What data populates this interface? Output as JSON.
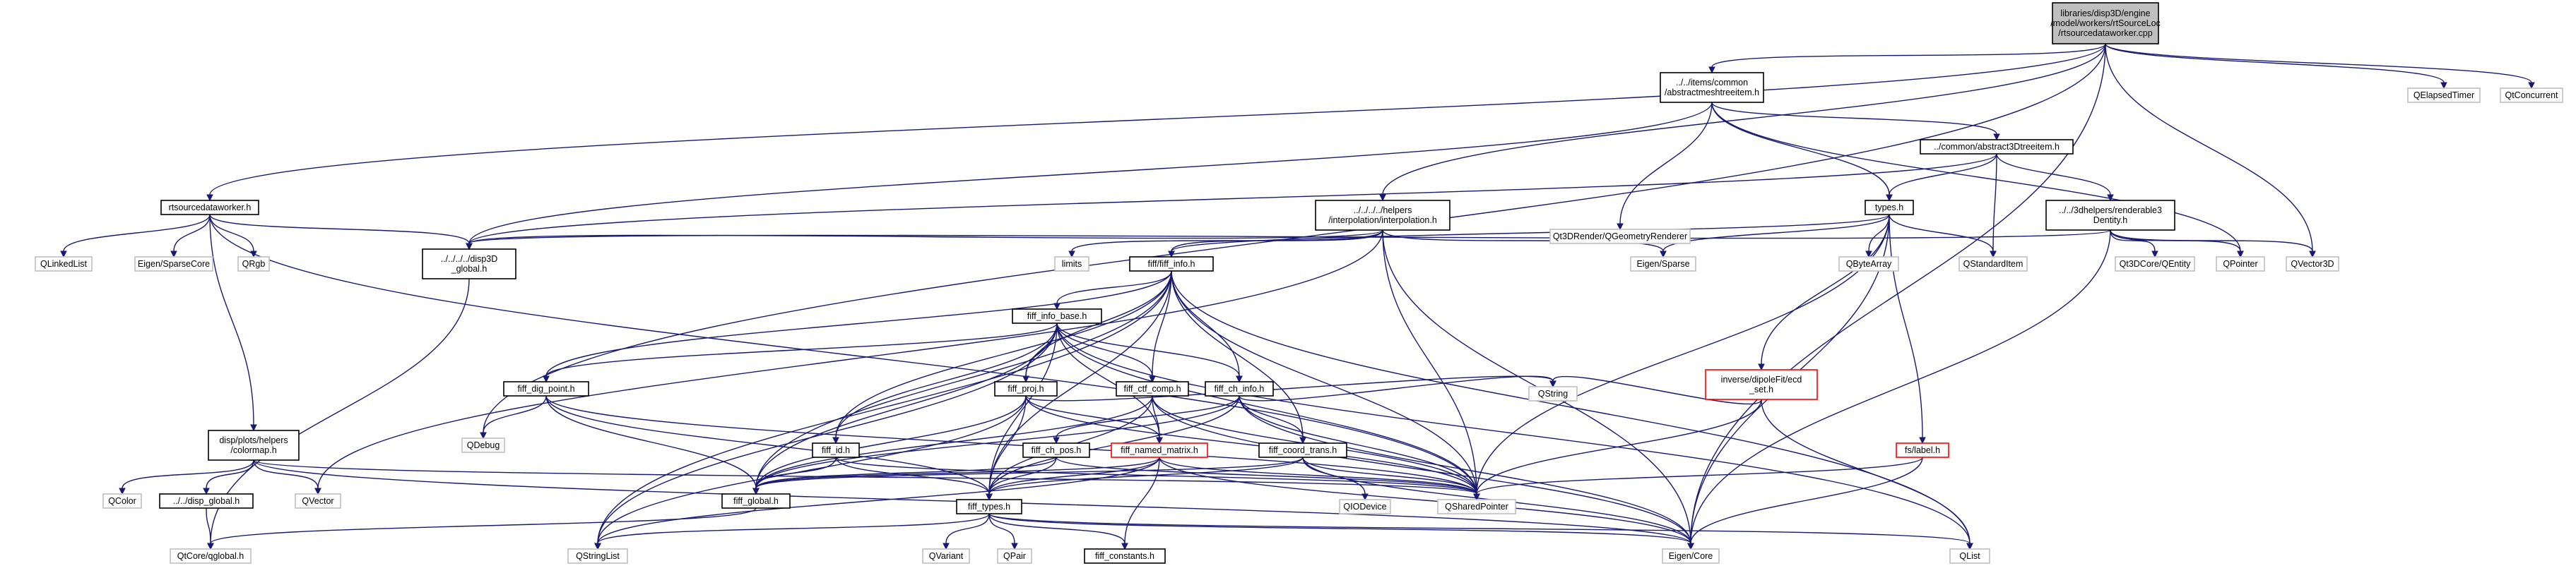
{
  "graph": {
    "nodes": [
      {
        "id": "root",
        "lines": [
          "libraries/disp3D/engine",
          "/model/workers/rtSourceLoc",
          "/rtsourcedataworker.cpp"
        ],
        "style": "root"
      },
      {
        "id": "amti",
        "lines": [
          "../../items/common",
          "/abstractmeshtreeitem.h"
        ],
        "style": "normal"
      },
      {
        "id": "qelapsed",
        "lines": [
          "QElapsedTimer"
        ],
        "style": "plain"
      },
      {
        "id": "qtconcurrent",
        "lines": [
          "QtConcurrent"
        ],
        "style": "plain"
      },
      {
        "id": "rtsdw",
        "lines": [
          "rtsourcedataworker.h"
        ],
        "style": "normal"
      },
      {
        "id": "interp",
        "lines": [
          "../../../../helpers",
          "/interpolation/interpolation.h"
        ],
        "style": "normal"
      },
      {
        "id": "qgeom",
        "lines": [
          "Qt3DRender/QGeometryRenderer"
        ],
        "style": "plain"
      },
      {
        "id": "a3dti",
        "lines": [
          "../common/abstract3Dtreeitem.h"
        ],
        "style": "normal"
      },
      {
        "id": "types",
        "lines": [
          "types.h"
        ],
        "style": "normal"
      },
      {
        "id": "rend3d",
        "lines": [
          "../../3dhelpers/renderable3",
          "Dentity.h"
        ],
        "style": "normal"
      },
      {
        "id": "disp3dglobal",
        "lines": [
          "../../../../disp3D",
          "_global.h"
        ],
        "style": "normal"
      },
      {
        "id": "qlinkedlist",
        "lines": [
          "QLinkedList"
        ],
        "style": "plain"
      },
      {
        "id": "eigensparsecore",
        "lines": [
          "Eigen/SparseCore"
        ],
        "style": "plain"
      },
      {
        "id": "qrgb",
        "lines": [
          "QRgb"
        ],
        "style": "plain"
      },
      {
        "id": "limits",
        "lines": [
          "limits"
        ],
        "style": "plain"
      },
      {
        "id": "fiffinfo",
        "lines": [
          "fiff/fiff_info.h"
        ],
        "style": "normal"
      },
      {
        "id": "eigensparse",
        "lines": [
          "Eigen/Sparse"
        ],
        "style": "plain"
      },
      {
        "id": "qbytearray",
        "lines": [
          "QByteArray"
        ],
        "style": "plain"
      },
      {
        "id": "qstandarditem",
        "lines": [
          "QStandardItem"
        ],
        "style": "plain"
      },
      {
        "id": "qentity",
        "lines": [
          "Qt3DCore/QEntity"
        ],
        "style": "plain"
      },
      {
        "id": "qpointer",
        "lines": [
          "QPointer"
        ],
        "style": "plain"
      },
      {
        "id": "qvector3d",
        "lines": [
          "QVector3D"
        ],
        "style": "plain"
      },
      {
        "id": "fiffinfobase",
        "lines": [
          "fiff_info_base.h"
        ],
        "style": "normal"
      },
      {
        "id": "dipolefit",
        "lines": [
          "inverse/dipoleFit/ecd",
          "_set.h"
        ],
        "style": "red"
      },
      {
        "id": "fiffdigpoint",
        "lines": [
          "fiff_dig_point.h"
        ],
        "style": "normal"
      },
      {
        "id": "fiffproj",
        "lines": [
          "fiff_proj.h"
        ],
        "style": "normal"
      },
      {
        "id": "fiffctfcomp",
        "lines": [
          "fiff_ctf_comp.h"
        ],
        "style": "normal"
      },
      {
        "id": "fiffchinfo",
        "lines": [
          "fiff_ch_info.h"
        ],
        "style": "normal"
      },
      {
        "id": "colormap",
        "lines": [
          "disp/plots/helpers",
          "/colormap.h"
        ],
        "style": "normal"
      },
      {
        "id": "qdebug",
        "lines": [
          "QDebug"
        ],
        "style": "plain"
      },
      {
        "id": "fiffid",
        "lines": [
          "fiff_id.h"
        ],
        "style": "normal"
      },
      {
        "id": "fiffchpos",
        "lines": [
          "fiff_ch_pos.h"
        ],
        "style": "normal"
      },
      {
        "id": "fiffnamedmatrix",
        "lines": [
          "fiff_named_matrix.h"
        ],
        "style": "red"
      },
      {
        "id": "fiffcoordtrans",
        "lines": [
          "fiff_coord_trans.h"
        ],
        "style": "normal"
      },
      {
        "id": "qstring",
        "lines": [
          "QString"
        ],
        "style": "plain"
      },
      {
        "id": "fslabel",
        "lines": [
          "fs/label.h"
        ],
        "style": "red"
      },
      {
        "id": "qcolor",
        "lines": [
          "QColor"
        ],
        "style": "plain"
      },
      {
        "id": "dispglobal",
        "lines": [
          "../../disp_global.h"
        ],
        "style": "normal"
      },
      {
        "id": "qvector",
        "lines": [
          "QVector"
        ],
        "style": "plain"
      },
      {
        "id": "fiffglobal",
        "lines": [
          "fiff_global.h"
        ],
        "style": "normal"
      },
      {
        "id": "fifftypes",
        "lines": [
          "fiff_types.h"
        ],
        "style": "normal"
      },
      {
        "id": "qiodevice",
        "lines": [
          "QIODevice"
        ],
        "style": "plain"
      },
      {
        "id": "qsharedpointer",
        "lines": [
          "QSharedPointer"
        ],
        "style": "plain"
      },
      {
        "id": "qtglobal",
        "lines": [
          "QtCore/qglobal.h"
        ],
        "style": "plain"
      },
      {
        "id": "qstringlist",
        "lines": [
          "QStringList"
        ],
        "style": "plain"
      },
      {
        "id": "qvariant",
        "lines": [
          "QVariant"
        ],
        "style": "plain"
      },
      {
        "id": "qpair",
        "lines": [
          "QPair"
        ],
        "style": "plain"
      },
      {
        "id": "fiffconstants",
        "lines": [
          "fiff_constants.h"
        ],
        "style": "normal"
      },
      {
        "id": "eigencore",
        "lines": [
          "Eigen/Core"
        ],
        "style": "plain"
      },
      {
        "id": "qlist",
        "lines": [
          "QList"
        ],
        "style": "plain"
      }
    ],
    "edges": [
      [
        "root",
        "amti"
      ],
      [
        "root",
        "qelapsed"
      ],
      [
        "root",
        "qtconcurrent"
      ],
      [
        "root",
        "rtsdw"
      ],
      [
        "root",
        "interp"
      ],
      [
        "root",
        "qvector3d"
      ],
      [
        "root",
        "eigencore"
      ],
      [
        "root",
        "qdebug"
      ],
      [
        "amti",
        "qgeom"
      ],
      [
        "amti",
        "a3dti"
      ],
      [
        "amti",
        "types"
      ],
      [
        "amti",
        "disp3dglobal"
      ],
      [
        "amti",
        "qpointer"
      ],
      [
        "a3dti",
        "types"
      ],
      [
        "a3dti",
        "rend3d"
      ],
      [
        "a3dti",
        "qstandarditem"
      ],
      [
        "a3dti",
        "disp3dglobal"
      ],
      [
        "rend3d",
        "qentity"
      ],
      [
        "rend3d",
        "qpointer"
      ],
      [
        "rend3d",
        "qvector3d"
      ],
      [
        "rend3d",
        "disp3dglobal"
      ],
      [
        "rend3d",
        "eigencore"
      ],
      [
        "types",
        "fiffinfo"
      ],
      [
        "types",
        "eigensparse"
      ],
      [
        "types",
        "qbytearray"
      ],
      [
        "types",
        "qstandarditem"
      ],
      [
        "types",
        "dipolefit"
      ],
      [
        "types",
        "fslabel"
      ],
      [
        "types",
        "qsharedpointer"
      ],
      [
        "types",
        "eigencore"
      ],
      [
        "rtsdw",
        "qlinkedlist"
      ],
      [
        "rtsdw",
        "eigensparsecore"
      ],
      [
        "rtsdw",
        "qrgb"
      ],
      [
        "rtsdw",
        "disp3dglobal"
      ],
      [
        "rtsdw",
        "colormap"
      ],
      [
        "rtsdw",
        "qsharedpointer"
      ],
      [
        "interp",
        "limits"
      ],
      [
        "interp",
        "fiffinfo"
      ],
      [
        "interp",
        "eigensparse"
      ],
      [
        "interp",
        "qsharedpointer"
      ],
      [
        "interp",
        "disp3dglobal"
      ],
      [
        "interp",
        "eigencore"
      ],
      [
        "interp",
        "qvector"
      ],
      [
        "disp3dglobal",
        "qtglobal"
      ],
      [
        "fiffinfo",
        "fiffinfobase"
      ],
      [
        "fiffinfo",
        "fiffdigpoint"
      ],
      [
        "fiffinfo",
        "fiffproj"
      ],
      [
        "fiffinfo",
        "fiffctfcomp"
      ],
      [
        "fiffinfo",
        "fiffchinfo"
      ],
      [
        "fiffinfo",
        "fiffid"
      ],
      [
        "fiffinfo",
        "fiffcoordtrans"
      ],
      [
        "fiffinfo",
        "fiffglobal"
      ],
      [
        "fiffinfo",
        "fifftypes"
      ],
      [
        "fiffinfo",
        "qsharedpointer"
      ],
      [
        "fiffinfo",
        "qstringlist"
      ],
      [
        "fiffinfo",
        "qlist"
      ],
      [
        "fiffinfobase",
        "fiffdigpoint"
      ],
      [
        "fiffinfobase",
        "fiffproj"
      ],
      [
        "fiffinfobase",
        "fiffctfcomp"
      ],
      [
        "fiffinfobase",
        "fiffchinfo"
      ],
      [
        "fiffinfobase",
        "fiffid"
      ],
      [
        "fiffinfobase",
        "fiffnamedmatrix"
      ],
      [
        "fiffinfobase",
        "fiffglobal"
      ],
      [
        "fiffinfobase",
        "fifftypes"
      ],
      [
        "fiffinfobase",
        "qsharedpointer"
      ],
      [
        "fiffinfobase",
        "qstringlist"
      ],
      [
        "fiffinfobase",
        "qlist"
      ],
      [
        "dipolefit",
        "qstring"
      ],
      [
        "dipolefit",
        "qsharedpointer"
      ],
      [
        "dipolefit",
        "qlist"
      ],
      [
        "fiffdigpoint",
        "qdebug"
      ],
      [
        "fiffdigpoint",
        "fiffglobal"
      ],
      [
        "fiffdigpoint",
        "fifftypes"
      ],
      [
        "fiffdigpoint",
        "qsharedpointer"
      ],
      [
        "fiffproj",
        "fiffnamedmatrix"
      ],
      [
        "fiffproj",
        "fiffglobal"
      ],
      [
        "fiffproj",
        "fifftypes"
      ],
      [
        "fiffproj",
        "qsharedpointer"
      ],
      [
        "fiffproj",
        "qstring"
      ],
      [
        "fiffproj",
        "qstringlist"
      ],
      [
        "fiffctfcomp",
        "fiffnamedmatrix"
      ],
      [
        "fiffctfcomp",
        "fiffglobal"
      ],
      [
        "fiffctfcomp",
        "fifftypes"
      ],
      [
        "fiffctfcomp",
        "qsharedpointer"
      ],
      [
        "fiffctfcomp",
        "eigencore"
      ],
      [
        "fiffchinfo",
        "fiffchpos"
      ],
      [
        "fiffchinfo",
        "fiffcoordtrans"
      ],
      [
        "fiffchinfo",
        "fiffglobal"
      ],
      [
        "fiffchinfo",
        "fifftypes"
      ],
      [
        "fiffchinfo",
        "qsharedpointer"
      ],
      [
        "fiffchinfo",
        "eigencore"
      ],
      [
        "fiffchinfo",
        "qstring"
      ],
      [
        "colormap",
        "qcolor"
      ],
      [
        "colormap",
        "dispglobal"
      ],
      [
        "colormap",
        "qvector"
      ],
      [
        "colormap",
        "qsharedpointer"
      ],
      [
        "colormap",
        "eigencore"
      ],
      [
        "dispglobal",
        "qtglobal"
      ],
      [
        "fiffid",
        "fiffglobal"
      ],
      [
        "fiffid",
        "fifftypes"
      ],
      [
        "fiffid",
        "qsharedpointer"
      ],
      [
        "fiffchpos",
        "fiffglobal"
      ],
      [
        "fiffchpos",
        "fifftypes"
      ],
      [
        "fiffchpos",
        "qsharedpointer"
      ],
      [
        "fiffnamedmatrix",
        "fiffglobal"
      ],
      [
        "fiffnamedmatrix",
        "fifftypes"
      ],
      [
        "fiffnamedmatrix",
        "qsharedpointer"
      ],
      [
        "fiffnamedmatrix",
        "eigencore"
      ],
      [
        "fiffnamedmatrix",
        "qstringlist"
      ],
      [
        "fiffnamedmatrix",
        "fiffconstants"
      ],
      [
        "fiffcoordtrans",
        "fiffglobal"
      ],
      [
        "fiffcoordtrans",
        "fifftypes"
      ],
      [
        "fiffcoordtrans",
        "qiodevice"
      ],
      [
        "fiffcoordtrans",
        "qsharedpointer"
      ],
      [
        "fiffcoordtrans",
        "eigencore"
      ],
      [
        "fslabel",
        "qsharedpointer"
      ],
      [
        "fslabel",
        "eigencore"
      ],
      [
        "fiffglobal",
        "qtglobal"
      ],
      [
        "fifftypes",
        "qvariant"
      ],
      [
        "fifftypes",
        "qpair"
      ],
      [
        "fifftypes",
        "fiffconstants"
      ],
      [
        "fifftypes",
        "eigencore"
      ],
      [
        "fifftypes",
        "qlist"
      ],
      [
        "fifftypes",
        "qstringlist"
      ]
    ]
  },
  "colors": {
    "edge": "#191970",
    "root_fill": "#bfbfbf",
    "root_stroke": "#000000",
    "normal_stroke": "#000000",
    "red_stroke": "#ff0000",
    "plain_stroke": "#bfbfbf",
    "background": "#ffffff"
  }
}
